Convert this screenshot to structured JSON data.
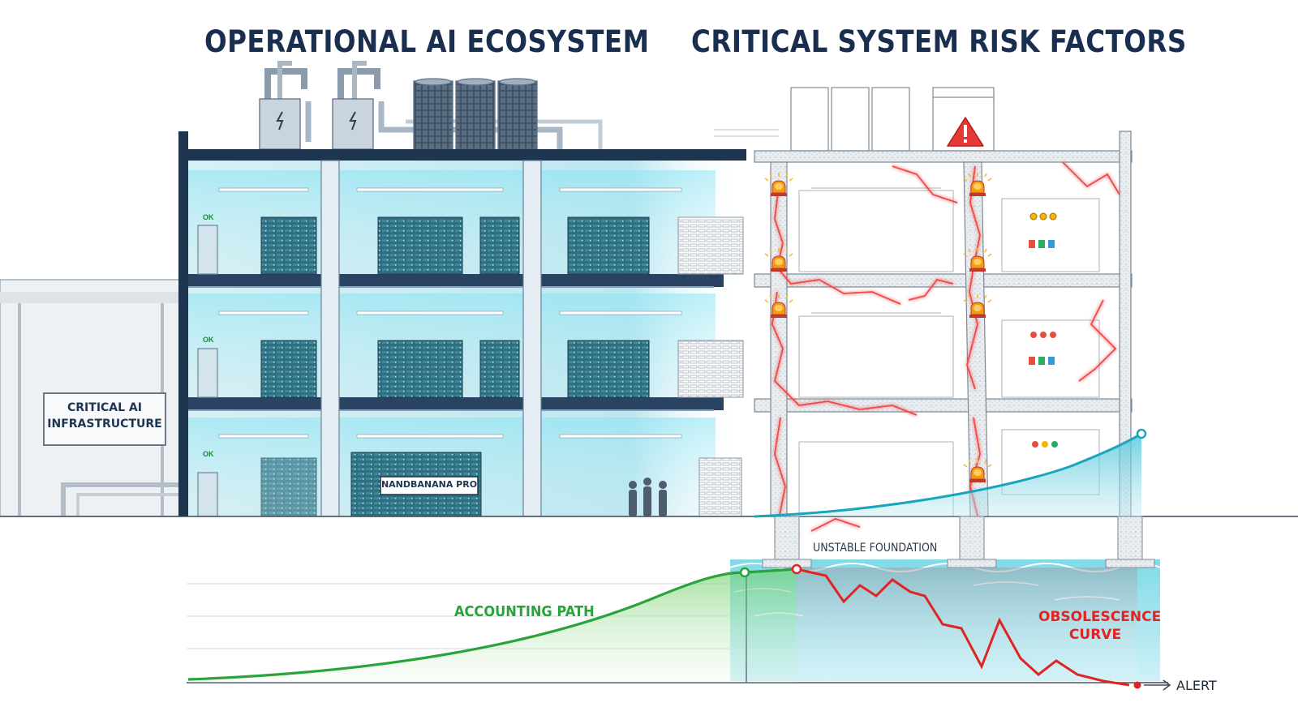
{
  "titles": {
    "left": "OPERATIONAL AI ECOSYSTEM",
    "right": "CRITICAL SYSTEM RISK FACTORS"
  },
  "left_building": {
    "sign": [
      "CRITICAL AI",
      "INFRASTRUCTURE"
    ],
    "status_tags": [
      "OK",
      "OK",
      "OK"
    ],
    "server_label": "NANDBANANA PRO"
  },
  "right_building": {
    "foundation_label": "UNSTABLE FOUNDATION",
    "warning_icon": "warning-triangle-icon",
    "alarm_icon": "alarm-beacon-icon"
  },
  "curves": {
    "accounting_label": "ACCOUNTING PATH",
    "obsolescence_label": [
      "OBSOLESCENCE",
      "CURVE"
    ],
    "alert_label": "ALERT"
  },
  "colors": {
    "navy": "#1a2e4f",
    "accounting_green": "#2aa33b",
    "obsolescence_red": "#e02424",
    "water_teal": "#22b5cc",
    "server_teal": "#2f6f80",
    "crack_red": "#f04848",
    "alarm_orange": "#f39c12"
  }
}
